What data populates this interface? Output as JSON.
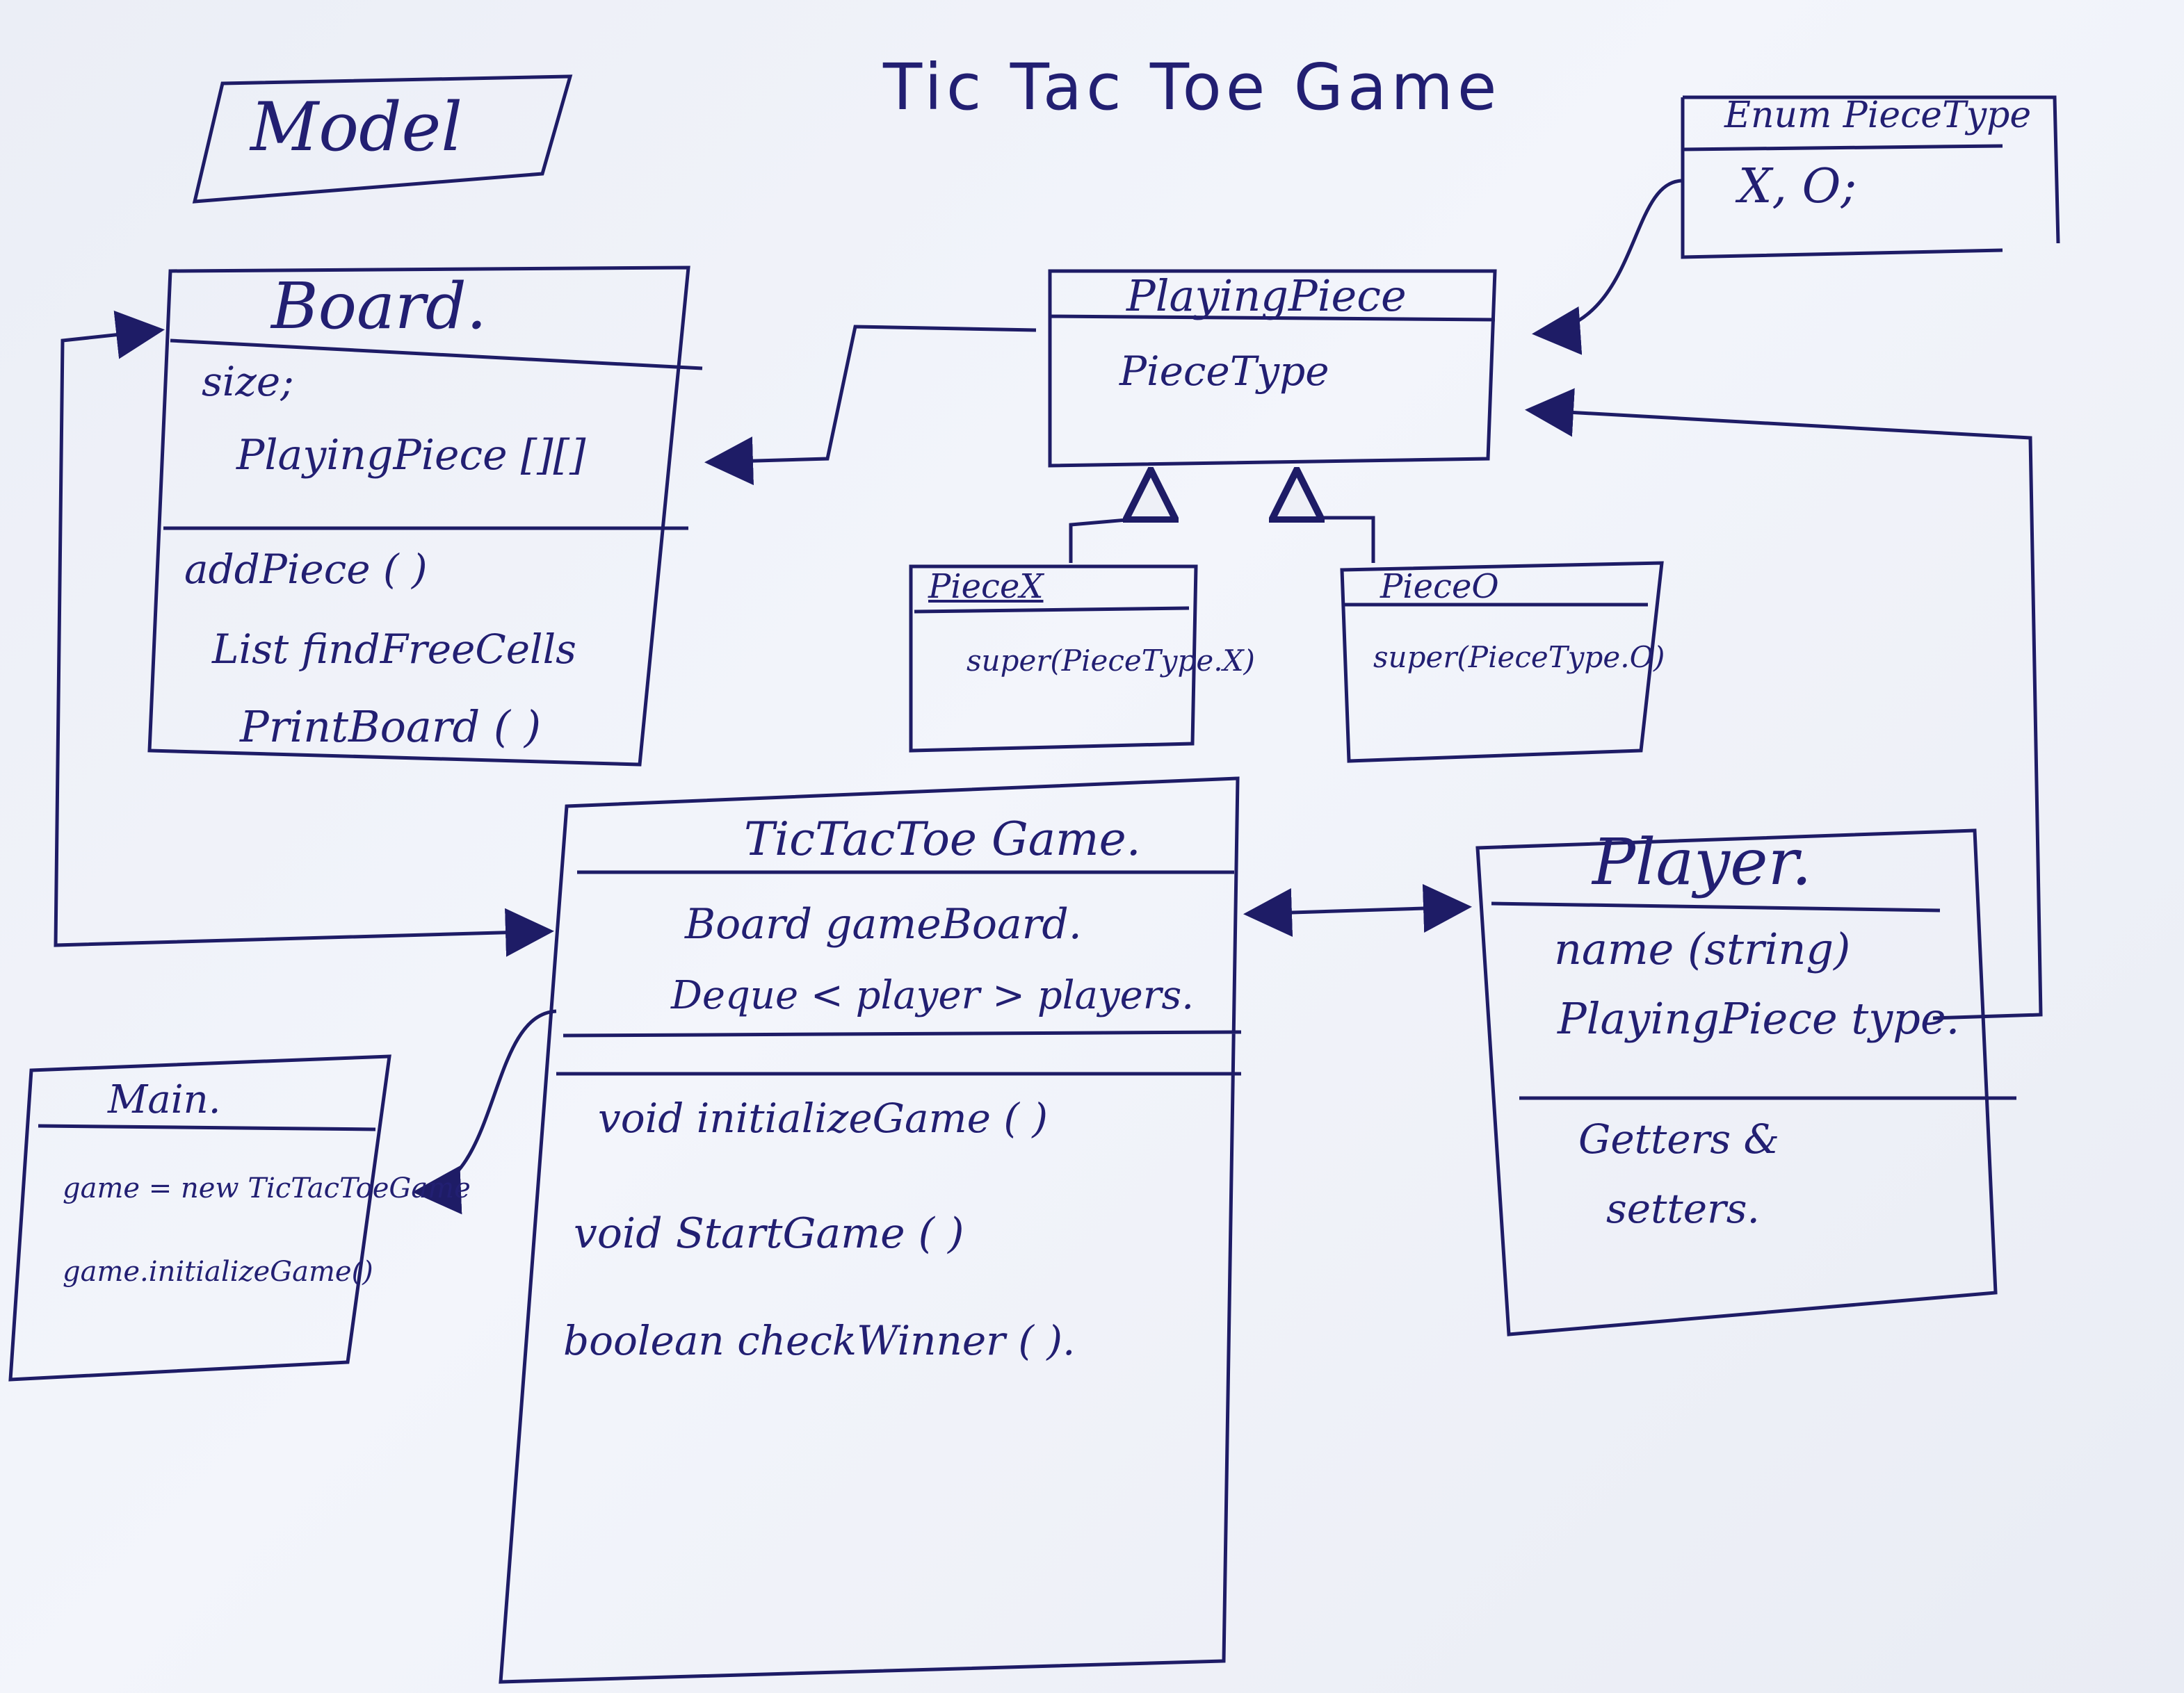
{
  "title": "Tic Tac Toe Game",
  "section_label": "Model",
  "classes": {
    "enum_piece_type": {
      "name": "Enum PieceType",
      "values": "X, O;"
    },
    "playing_piece": {
      "name": "PlayingPiece",
      "attributes": [
        "PieceType"
      ]
    },
    "piece_x": {
      "name": "PieceX",
      "body": "super(PieceType.X)"
    },
    "piece_o": {
      "name": "PieceO",
      "body": "super(PieceType.O)"
    },
    "board": {
      "name": "Board.",
      "attributes": [
        "size;",
        "PlayingPiece [][]"
      ],
      "methods": [
        "addPiece ( )",
        "List findFreeCells",
        "PrintBoard ( )"
      ]
    },
    "tic_tac_toe_game": {
      "name": "TicTacToe Game.",
      "attributes": [
        "Board gameBoard.",
        "Deque < player > players."
      ],
      "methods": [
        "void initializeGame ( )",
        "void StartGame ( )",
        "boolean checkWinner ( )."
      ]
    },
    "player": {
      "name": "Player.",
      "attributes": [
        "name (string)",
        "PlayingPiece type."
      ],
      "methods": [
        "Getters &",
        "setters."
      ]
    },
    "main": {
      "name": "Main.",
      "lines": [
        "game = new TicTacToeGame",
        "game.initializeGame()"
      ]
    }
  }
}
